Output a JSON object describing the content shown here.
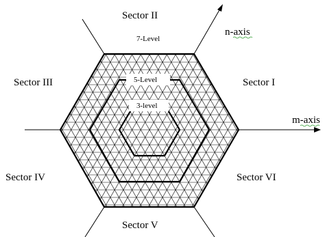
{
  "sectors": {
    "s1": "Sector I",
    "s2": "Sector II",
    "s3": "Sector III",
    "s4": "Sector IV",
    "s5": "Sector V",
    "s6": "Sector VI"
  },
  "axes": {
    "n": "n-axis",
    "m": "m-axis"
  },
  "levels": {
    "seven": "7-Level",
    "five": "5-Level",
    "three": "3-level"
  }
}
